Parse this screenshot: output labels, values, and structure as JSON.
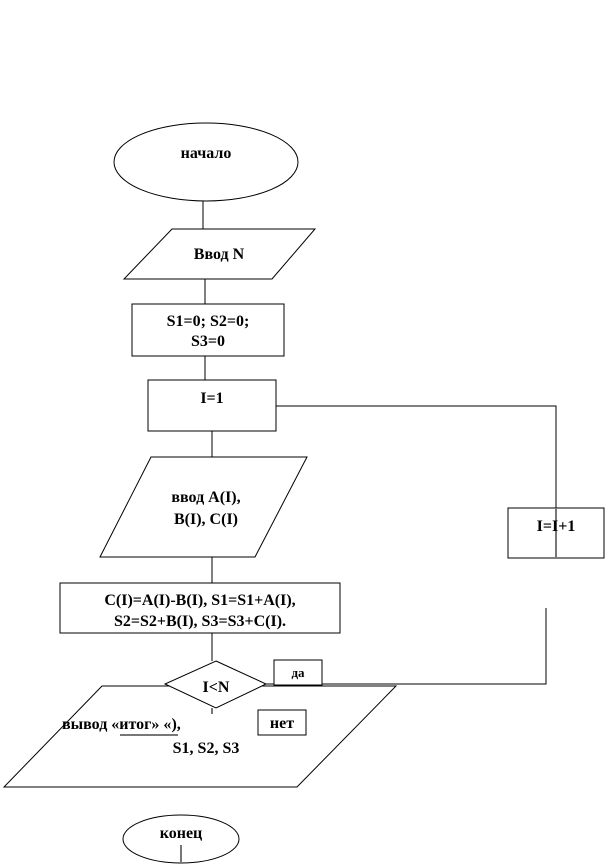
{
  "diagram": {
    "type": "flowchart",
    "colors": {
      "stroke": "#000000",
      "fill": "#ffffff",
      "text": "#000000"
    },
    "nodes": {
      "start": {
        "shape": "terminator",
        "label": "начало"
      },
      "input_n": {
        "shape": "parallelogram",
        "label": "Ввод N"
      },
      "init_sums": {
        "shape": "process",
        "line1": "S1=0; S2=0;",
        "line2": "S3=0"
      },
      "init_i": {
        "shape": "process",
        "label": "I=1"
      },
      "input_abc": {
        "shape": "parallelogram",
        "line1": "ввод A(I),",
        "line2": "B(I), C(I)"
      },
      "compute": {
        "shape": "process",
        "line1": "C(I)=A(I)-B(I), S1=S1+A(I),",
        "line2": "S2=S2+B(I), S3=S3+C(I)."
      },
      "condition": {
        "shape": "decision",
        "label": "I<N"
      },
      "output": {
        "shape": "parallelogram",
        "line1": "вывод «итог» «",
        "line1_end": "),",
        "line2": "S1, S2, S3"
      },
      "increment": {
        "shape": "process",
        "label": "I=I+1"
      },
      "end": {
        "shape": "terminator",
        "label": "конец"
      }
    },
    "edge_labels": {
      "yes": "да",
      "no": "нет"
    }
  }
}
